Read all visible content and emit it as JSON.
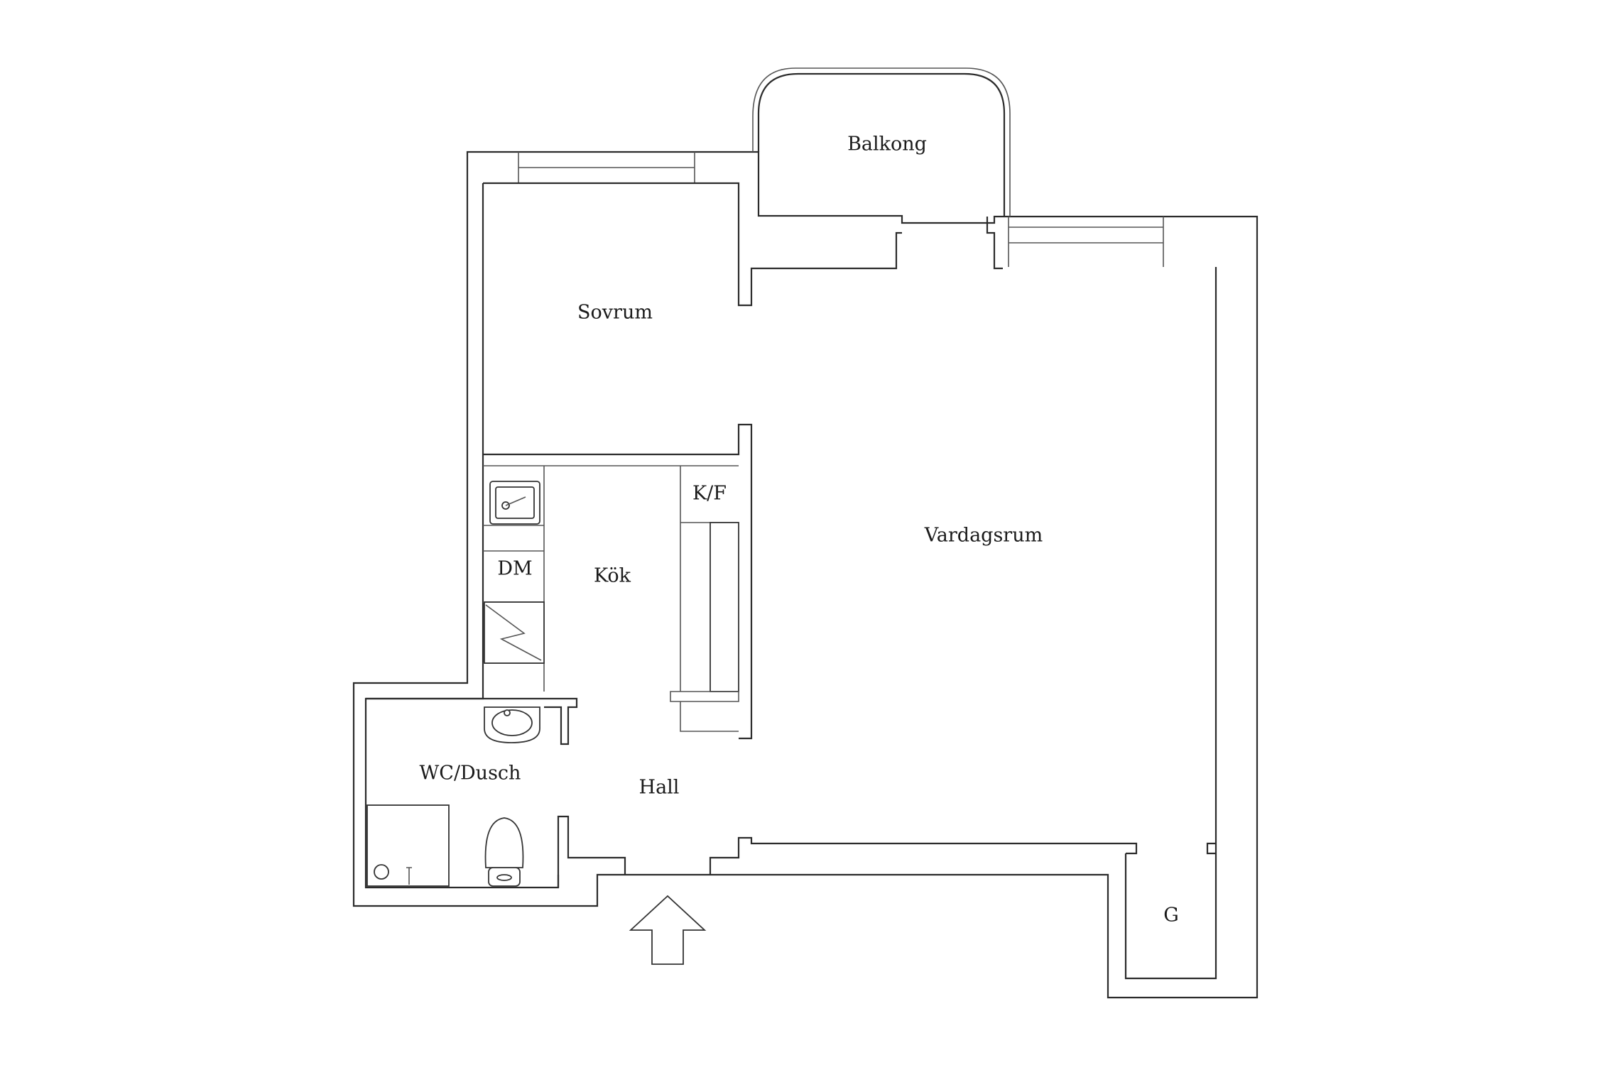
{
  "rooms": {
    "balkong": "Balkong",
    "sovrum": "Sovrum",
    "vardagsrum": "Vardagsrum",
    "kok": "Kök",
    "kf": "K/F",
    "dm": "DM",
    "wc": "WC/Dusch",
    "hall": "Hall",
    "g": "G"
  },
  "colors": {
    "wall": "#2b2b2b",
    "background": "#ffffff"
  },
  "icons": {
    "entrance": "entrance-arrow-icon",
    "sink": "kitchen-sink-icon",
    "stove": "stove-icon",
    "washbasin": "washbasin-icon",
    "toilet": "toilet-icon",
    "shower": "shower-icon"
  }
}
